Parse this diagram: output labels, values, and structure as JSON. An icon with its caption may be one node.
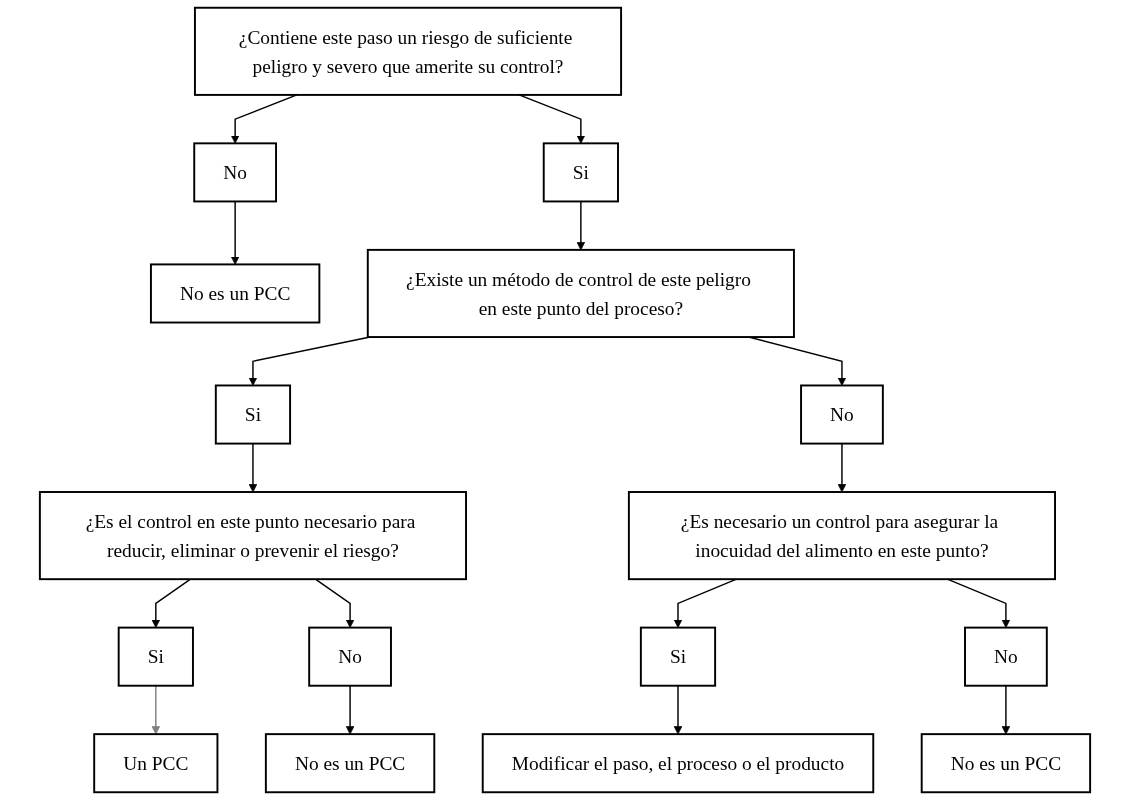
{
  "diagram": {
    "nodes": [
      {
        "text": [
          "¿Contiene este paso un riesgo de suficiente peligro y severo que amerite su control?"
        ]
      },
      {
        "text": [
          "Si"
        ]
      },
      {
        "text": [
          "No"
        ]
      },
      {
        "text": [
          "No es un PCC"
        ]
      },
      {
        "text": [
          "¿Existe un método de control de este peligro en este punto del proceso?"
        ]
      },
      {
        "text": [
          "Modificar el paso, el proceso o el producto"
        ]
      },
      {
        "text": [
          "Si"
        ]
      },
      {
        "text": [
          "No"
        ]
      },
      {
        "text": [
          "¿Es necesario un control para asegurar la inocuidad del alimento en este punto?"
        ]
      },
      {
        "text": [
          "Si"
        ]
      },
      {
        "text": [
          "No"
        ]
      },
      {
        "text": [
          "No es un PCC"
        ]
      },
      {
        "text": [
          "¿Es el control en este punto necesario para reducir, eliminar o prevenir el riesgo?"
        ]
      },
      {
        "text": [
          "Si"
        ]
      },
      {
        "text": [
          "No"
        ]
      },
      {
        "text": [
          "No es un PCC"
        ]
      },
      {
        "text": [
          "Un PCC"
        ]
      }
    ],
    "edges": [
      {
        "from": 0,
        "to": 1,
        "arrow": "to"
      },
      {
        "from": 0,
        "to": 2,
        "arrow": "to"
      },
      {
        "from": 2,
        "to": 3,
        "arrow": "to"
      },
      {
        "from": 1,
        "to": 4,
        "arrow": "to"
      },
      {
        "from": 4,
        "to": 6,
        "arrow": "to"
      },
      {
        "from": 4,
        "to": 7,
        "arrow": "to"
      },
      {
        "from": 7,
        "to": 8,
        "arrow": "to"
      },
      {
        "from": 8,
        "to": 9,
        "arrow": "to"
      },
      {
        "from": 9,
        "to": 5,
        "arrow": "to"
      },
      {
        "from": 8,
        "to": 10,
        "arrow": "to"
      },
      {
        "from": 10,
        "to": 11,
        "arrow": "to"
      },
      {
        "from": 6,
        "to": 12,
        "arrow": "to"
      },
      {
        "from": 12,
        "to": 13,
        "arrow": "to"
      },
      {
        "from": 12,
        "to": 14,
        "arrow": "to"
      },
      {
        "from": 14,
        "to": 15,
        "arrow": "to"
      },
      {
        "from": 13,
        "to": 16,
        "arrow": "to",
        "color": "#808080"
      }
    ]
  }
}
